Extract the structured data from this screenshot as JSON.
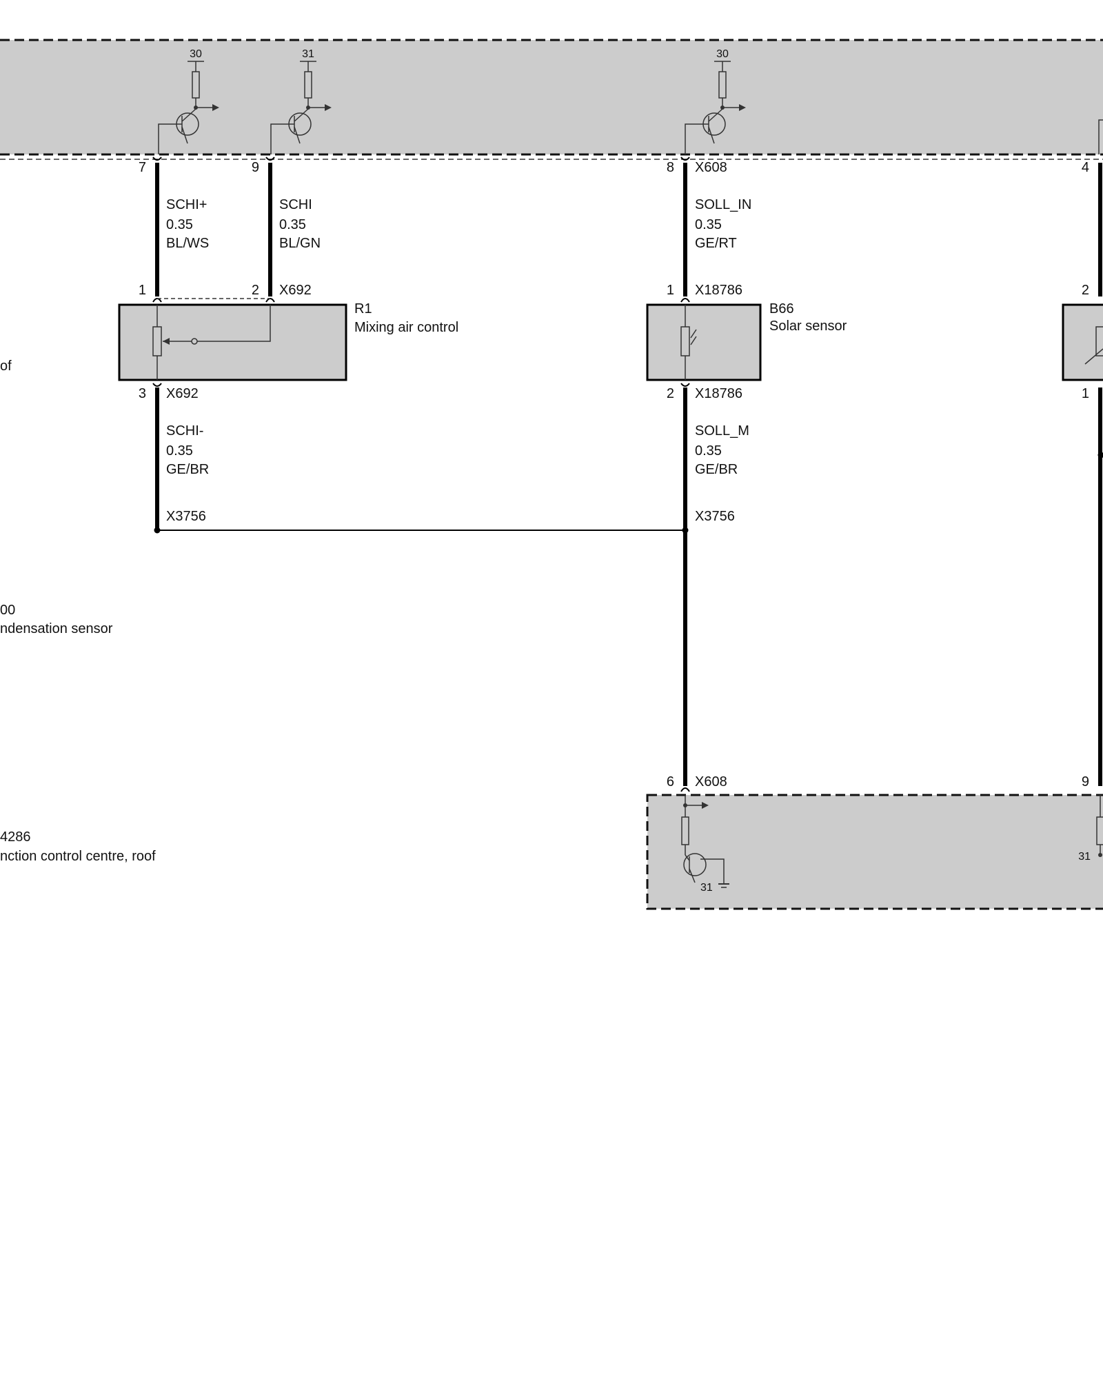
{
  "colors": {
    "module_fill": "#cccccc",
    "wire": "#000000",
    "background": "#ffffff"
  },
  "top_module": {
    "supply_labels": [
      "30",
      "31",
      "30"
    ]
  },
  "wires": [
    {
      "pin_top": "7",
      "signal": "SCHI+",
      "gauge": "0.35",
      "color": "BL/WS"
    },
    {
      "pin_top": "9",
      "signal": "SCHI",
      "gauge": "0.35",
      "color": "BL/GN"
    },
    {
      "pin_top": "8",
      "connector_top": "X608",
      "signal": "SOLL_IN",
      "gauge": "0.35",
      "color": "GE/RT"
    },
    {
      "pin_top": "4"
    }
  ],
  "r1": {
    "id": "R1",
    "name": "Mixing air control",
    "pin1": "1",
    "pin2": "2",
    "pin3": "3",
    "connector_top": "X692",
    "connector_bottom": "X692",
    "wire_signal": "SCHI-",
    "wire_gauge": "0.35",
    "wire_color": "GE/BR",
    "splice": "X3756"
  },
  "b66": {
    "id": "B66",
    "name": "Solar sensor",
    "pin1": "1",
    "pin2": "2",
    "pin_right": "2",
    "pin_right_bottom": "1",
    "connector_top": "X18786",
    "connector_bottom": "X18786",
    "wire_signal": "SOLL_M",
    "wire_gauge": "0.35",
    "wire_color": "GE/BR",
    "splice": "X3756"
  },
  "bottom_module": {
    "pin_left": "6",
    "connector": "X608",
    "pin_right": "9",
    "ground_label": "31",
    "ground_label_right": "31"
  },
  "left_cutoff": {
    "text1": "of",
    "text2": "00",
    "text3": "ndensation sensor",
    "text4": "4286",
    "text5": "nction control centre, roof"
  }
}
